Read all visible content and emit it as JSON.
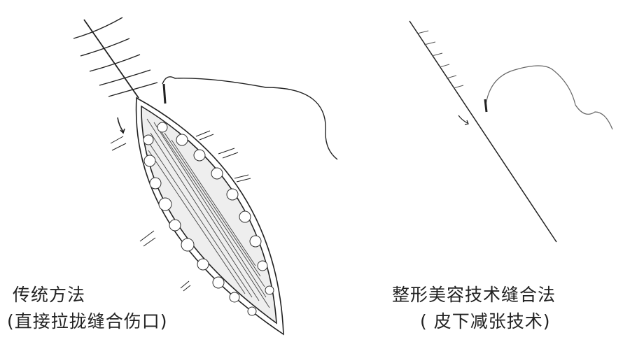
{
  "left_panel": {
    "title": "传统方法",
    "subtitle": "(直接拉拢缝合伤口)"
  },
  "right_panel": {
    "title": "整形美容技术缝合法",
    "subtitle": "( 皮下减张技术)"
  },
  "colors": {
    "ink": "#222222",
    "background": "#ffffff"
  }
}
